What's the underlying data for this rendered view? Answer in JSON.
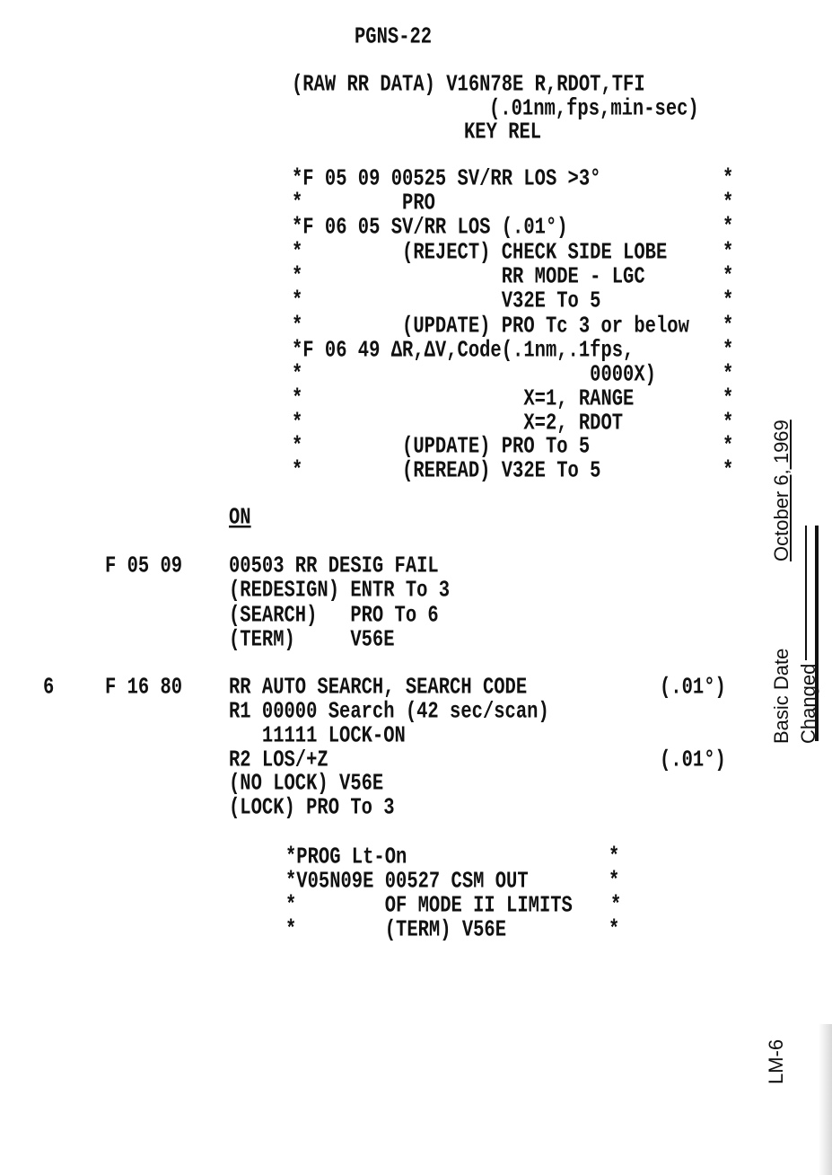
{
  "header": {
    "doc_id": "PGNS-22"
  },
  "raw_rr": {
    "line1": "(RAW RR DATA) V16N78E R,RDOT,TFI",
    "line2": "(.01nm,fps,min-sec)",
    "line3": "KEY REL"
  },
  "star_block": {
    "star": "*",
    "rows": [
      "*F 05 09 00525 SV/RR LOS >3°",
      "*         PRO",
      "*F 06 05 SV/RR LOS (.01°)",
      "*         (REJECT) CHECK SIDE LOBE",
      "*                  RR MODE - LGC",
      "*                  V32E To 5",
      "*         (UPDATE) PRO Tc 3 or below",
      "*F 06 49 ΔR,ΔV,Code(.1nm,.1fps,",
      "*                          0000X)",
      "*                    X=1, RANGE",
      "*                    X=2, RDOT",
      "*         (UPDATE) PRO To 5",
      "*         (REREAD) V32E To 5"
    ]
  },
  "on_label": "ON",
  "desig_fail": {
    "code": "F 05 09",
    "rows": [
      "00503 RR DESIG FAIL",
      "(REDESIGN) ENTR To 3",
      "(SEARCH)   PRO To 6",
      "(TERM)     V56E"
    ]
  },
  "auto_search": {
    "step": "6",
    "code": "F 16 80",
    "rows": [
      "RR AUTO SEARCH, SEARCH CODE",
      "R1 00000 Search (42 sec/scan)",
      "   11111 LOCK-ON",
      "R2 LOS/+Z",
      "(NO LOCK) V56E",
      "(LOCK) PRO To 3"
    ],
    "unit1": "(.01°)",
    "unit2": "(.01°)"
  },
  "prog_block": {
    "rows": [
      "*PROG Lt-On",
      "*V05N09E 00527 CSM OUT",
      "*        OF MODE II LIMITS",
      "*        (TERM) V56E"
    ],
    "star": "*"
  },
  "margin": {
    "basic_date_label": "Basic Date",
    "basic_date_value": "October 6, 1969",
    "changed_label": "Changed",
    "page_id": "LM-6"
  }
}
